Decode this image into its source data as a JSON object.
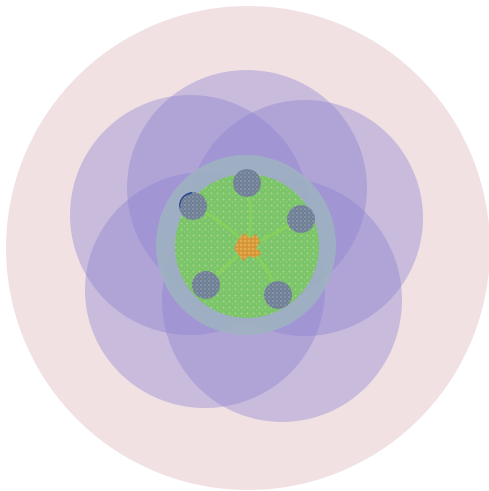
{
  "colors": {
    "outer_disc": "#f1e1e3",
    "petal": "#8a7fd0",
    "petal_opacity": 0.38,
    "inner_halo": "#9fb4bf",
    "core_disc": "#7ac46a",
    "core_speckle": "#b6d98e",
    "spoke": "#86d15c",
    "node_fill": "#6f7f95",
    "node_speckle": "#9aa7b8",
    "node_accent": "#27488f",
    "center_blob": "#d99a3a",
    "center_speckle": "#e7b863"
  },
  "icons": {
    "center": "seed-nucleus-icon",
    "node": "pod-node-icon",
    "spoke": "tendril-line"
  },
  "structure": {
    "petal_count": 5,
    "node_count": 5,
    "accented_node_index": 4
  }
}
